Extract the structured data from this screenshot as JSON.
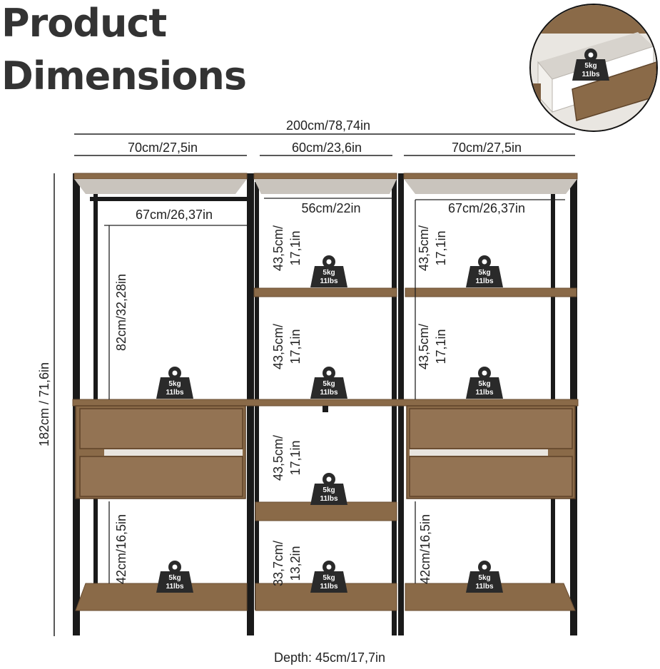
{
  "heading": {
    "line1": "Product",
    "line2": "Dimensions"
  },
  "colors": {
    "wood": "#8a6a48",
    "wood_dark": "#6b4f33",
    "frame": "#1a1a1a",
    "badge": "#2a2a2a",
    "text": "#222222"
  },
  "dimensions": {
    "overall_width": "200cm/78,74in",
    "left_width": "70cm/27,5in",
    "middle_width": "60cm/23,6in",
    "right_width": "70cm/27,5in",
    "left_rail": "67cm/26,37in",
    "middle_rail": "56cm/22in",
    "right_rail": "67cm/26,37in",
    "height": "182cm / 71,6in",
    "left_hanging": "82cm/32,28in",
    "left_lower": "42cm/16,5in",
    "right_lower": "42cm/16,5in",
    "shelf_gap_a": "43,5cm/",
    "shelf_gap_b": "17,1in",
    "bottom_gap_a": "33,7cm/",
    "bottom_gap_b": "13,2in",
    "depth": "Depth: 45cm/17,7in"
  },
  "load": {
    "kg": "5kg",
    "lbs": "11lbs"
  },
  "icon": "weight-icon"
}
